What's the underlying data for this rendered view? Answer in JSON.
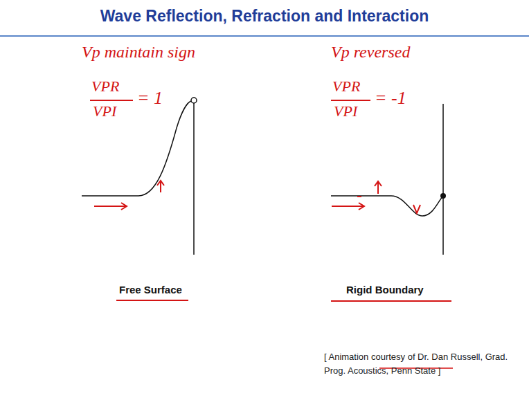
{
  "diagram": {
    "title": "Wave Reflection, Refraction and Interaction",
    "labels": [
      "Vp maintain sign",
      "VPR",
      "VPI",
      "= 1",
      "Vp reversed",
      "VPR",
      "VPI",
      "= -1",
      "Free Surface",
      "Rigid Boundary",
      "[ Animation courtesy of Dr. Dan Russell, Grad. Prog. Acoustics, Penn State ]"
    ]
  }
}
